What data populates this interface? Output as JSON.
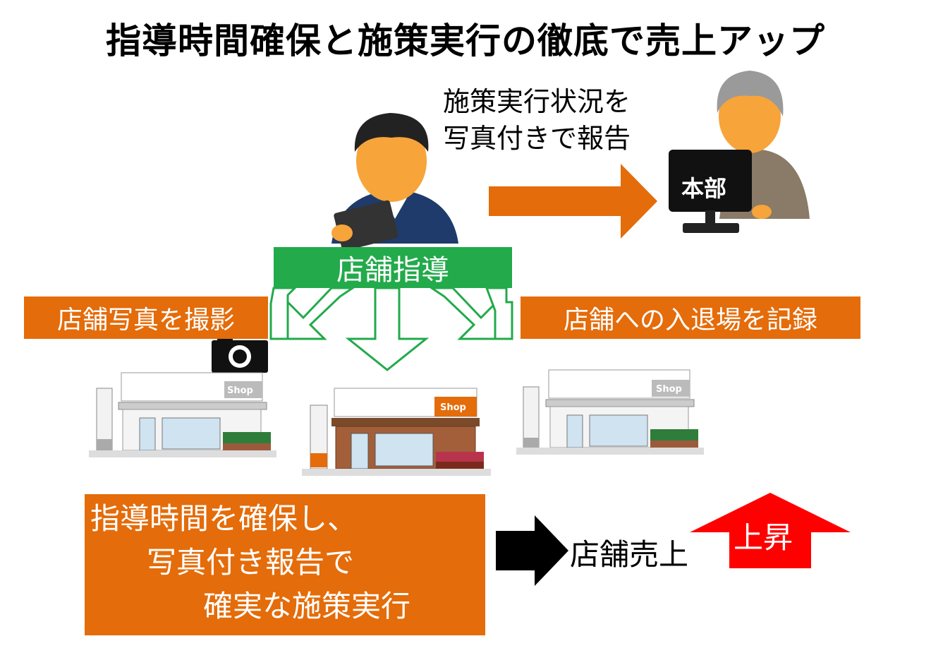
{
  "title": "指導時間確保と施策実行の徹底で売上アップ",
  "report": {
    "line1": "施策実行状況を",
    "line2": "写真付きで報告"
  },
  "hq_label": "本部",
  "store_guidance": "店舗指導",
  "left_label": "店舗写真を撮影",
  "right_label": "店舗への入退場を記録",
  "shop_sign": "Shop",
  "summary": {
    "line1": "指導時間を確保し、",
    "line2": "写真付き報告で",
    "line3": "確実な施策実行"
  },
  "result": {
    "sales": "店舗売上",
    "rise": "上昇"
  },
  "colors": {
    "orange": "#e46c0a",
    "green": "#22aa4b",
    "red": "#ff0000",
    "black": "#000000"
  }
}
